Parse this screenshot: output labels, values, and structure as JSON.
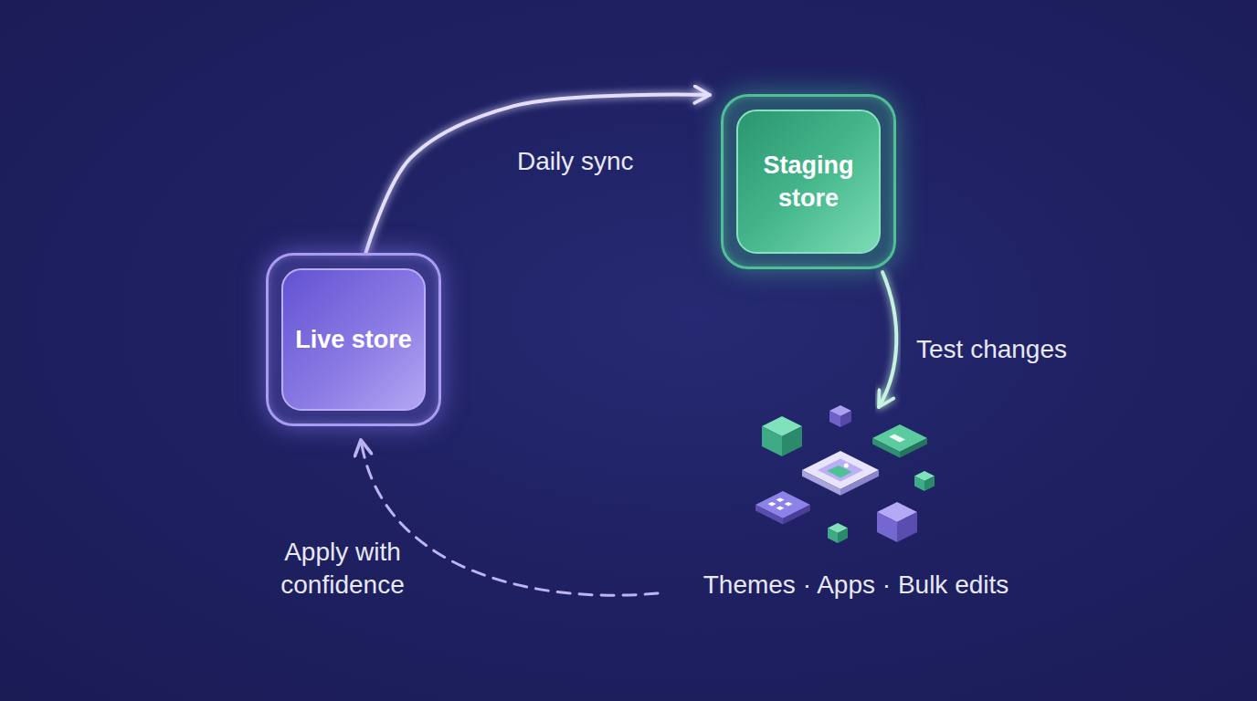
{
  "diagram": {
    "nodes": [
      {
        "text": [
          "Live store"
        ]
      },
      {
        "text": [
          "Staging store"
        ]
      }
    ],
    "edges": [
      {
        "from": 0,
        "to": 1,
        "label": "Daily sync",
        "arrow": "to"
      }
    ],
    "labels": [
      "Test changes",
      "Themes · Apps · Bulk edits",
      "Apply with confidence"
    ]
  }
}
